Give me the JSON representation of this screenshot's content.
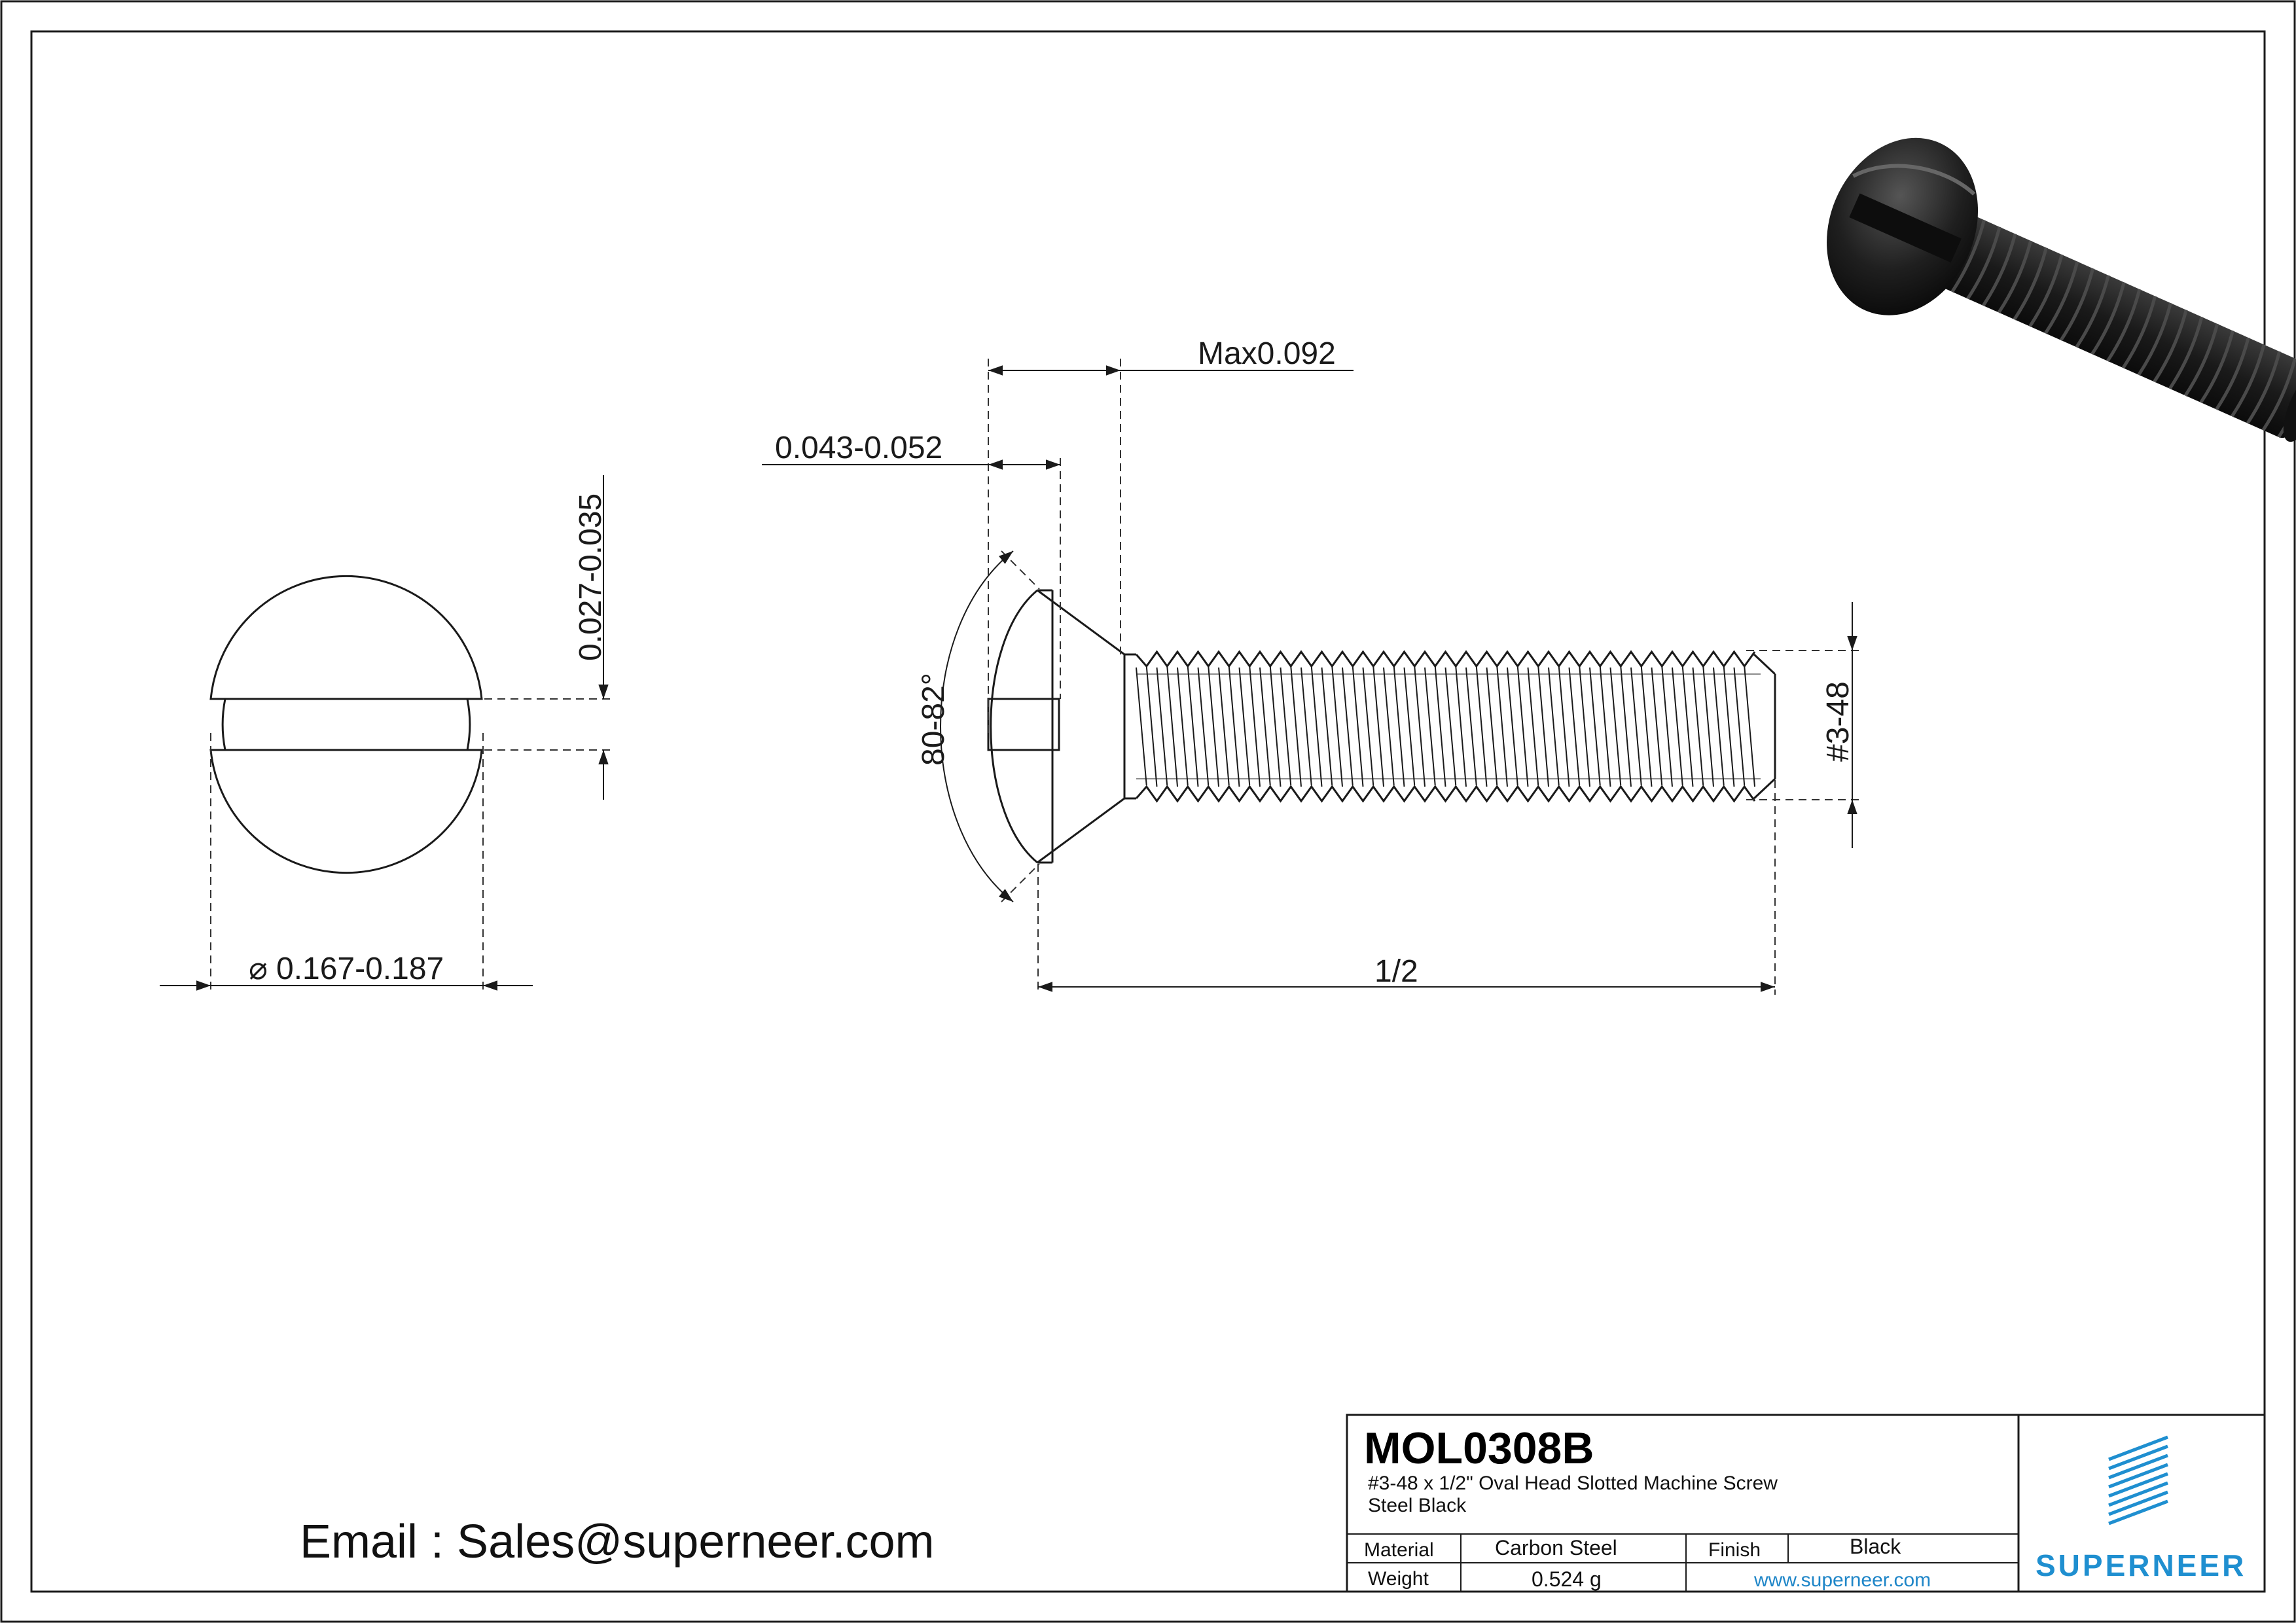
{
  "title_block": {
    "part_number": "MOL0308B",
    "description_line1": "#3-48 x 1/2\" Oval Head Slotted Machine Screw",
    "description_line2": "Steel Black",
    "material_label": "Material",
    "material_value": "Carbon Steel",
    "finish_label": "Finish",
    "finish_value": "Black",
    "weight_label": "Weight",
    "weight_value": "0.524 g",
    "website": "www.superneer.com",
    "brand": "SUPERNEER"
  },
  "contact": {
    "email_text": "Email : Sales@superneer.com"
  },
  "dimensions": {
    "head_diameter": "0.167-0.187",
    "slot_width": "0.027-0.035",
    "slot_depth": "0.043-0.052",
    "head_height": "Max0.092",
    "head_angle": "80-82°",
    "thread_size": "#3-48",
    "length": "1/2"
  },
  "colors": {
    "line": "#1a1a1a",
    "brand_blue": "#1f8fd0",
    "screw_render": "#1c1c1c"
  },
  "icons": {
    "diameter_symbol": "⌀"
  }
}
